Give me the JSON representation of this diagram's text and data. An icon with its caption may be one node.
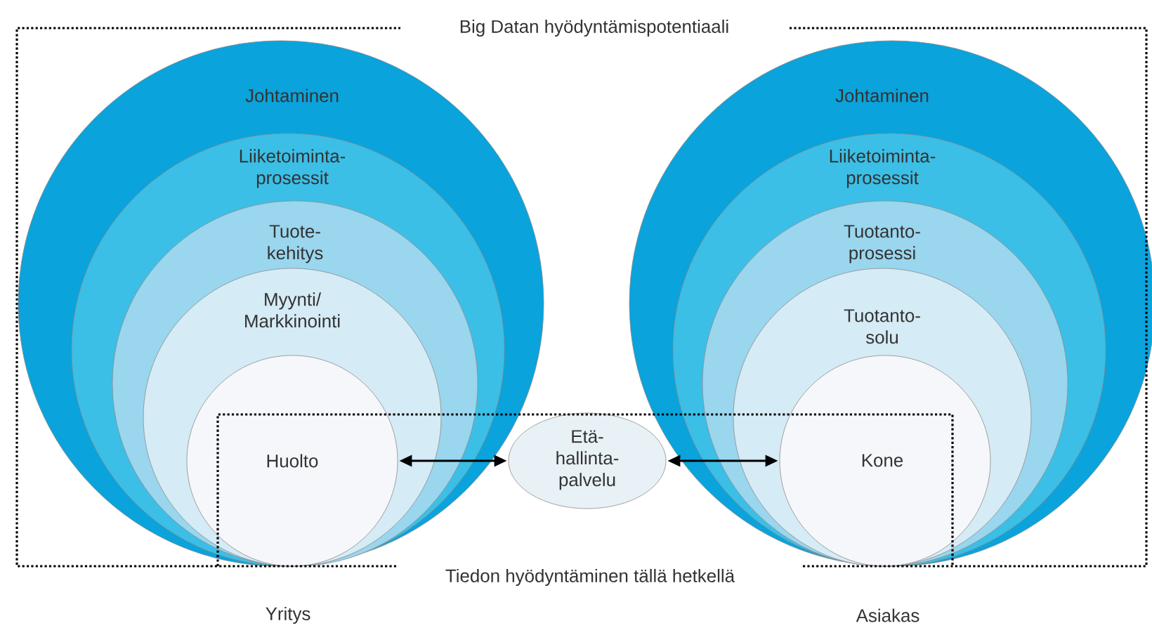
{
  "diagram": {
    "nodes": [
      {
        "text": [
          "Johtaminen"
        ]
      },
      {
        "text": [
          "Liiketoiminta- prosessit"
        ],
        "in": 0
      },
      {
        "text": [
          "Tuote- kehitys"
        ],
        "in": 1
      },
      {
        "text": [
          "Myynti/ Markkinointi"
        ],
        "in": 2
      },
      {
        "text": [
          "Huolto"
        ],
        "in": 3
      },
      {
        "text": [
          "Etä- hallinta- palvelu"
        ]
      },
      {
        "text": [
          "Johtaminen"
        ]
      },
      {
        "text": [
          "Liiketoiminta- prosessit"
        ],
        "in": 6
      },
      {
        "text": [
          "Tuotanto- prosessi"
        ],
        "in": 7
      },
      {
        "text": [
          "Tuotanto- solu"
        ],
        "in": 8
      },
      {
        "text": [
          "Kone"
        ],
        "in": 9
      }
    ],
    "edges": [
      {
        "from": 4,
        "to": 5,
        "arrow": "both"
      },
      {
        "from": 5,
        "to": 10,
        "arrow": "both"
      }
    ],
    "labels": [
      "Big Datan hyödyntämispotentiaali",
      "Tiedon hyödyntäminen tällä hetkellä",
      "Yritys",
      "Asiakas"
    ]
  }
}
